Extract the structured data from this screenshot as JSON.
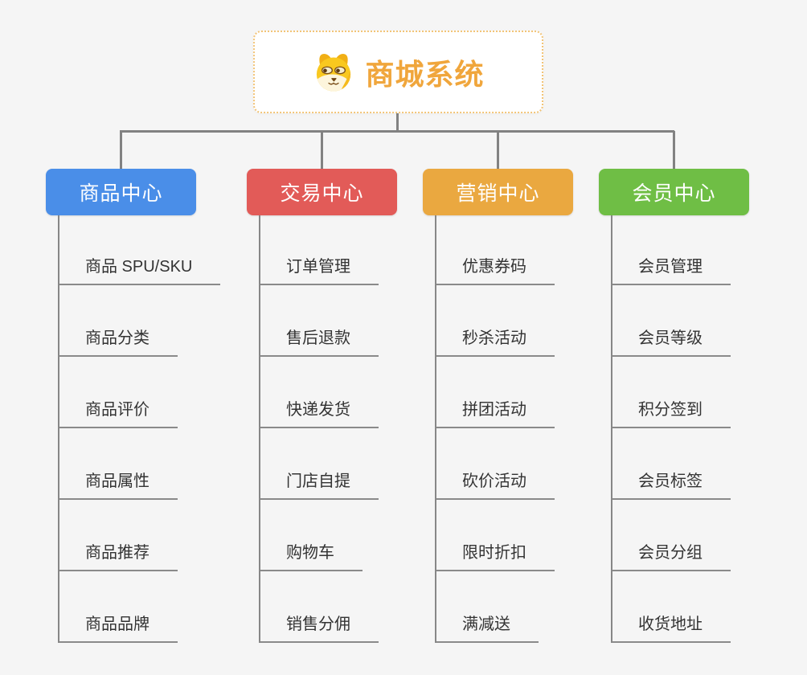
{
  "root": {
    "title": "商城系统",
    "icon": "dog-logo"
  },
  "branches": [
    {
      "id": "product",
      "label": "商品中心",
      "color": "#4A8EE8",
      "items": [
        "商品 SPU/SKU",
        "商品分类",
        "商品评价",
        "商品属性",
        "商品推荐",
        "商品品牌"
      ]
    },
    {
      "id": "trade",
      "label": "交易中心",
      "color": "#E25B58",
      "items": [
        "订单管理",
        "售后退款",
        "快递发货",
        "门店自提",
        "购物车",
        "销售分佣"
      ]
    },
    {
      "id": "marketing",
      "label": "营销中心",
      "color": "#EAA840",
      "items": [
        "优惠券码",
        "秒杀活动",
        "拼团活动",
        "砍价活动",
        "限时折扣",
        "满减送"
      ]
    },
    {
      "id": "member",
      "label": "会员中心",
      "color": "#6FBE45",
      "items": [
        "会员管理",
        "会员等级",
        "积分签到",
        "会员标签",
        "会员分组",
        "收货地址"
      ]
    }
  ],
  "colors": {
    "background": "#F5F5F5",
    "root_border": "#F2C477",
    "root_title": "#F0A63C",
    "connector": "#828282",
    "leaf_line": "#8A8A8A",
    "leaf_text": "#333333"
  }
}
